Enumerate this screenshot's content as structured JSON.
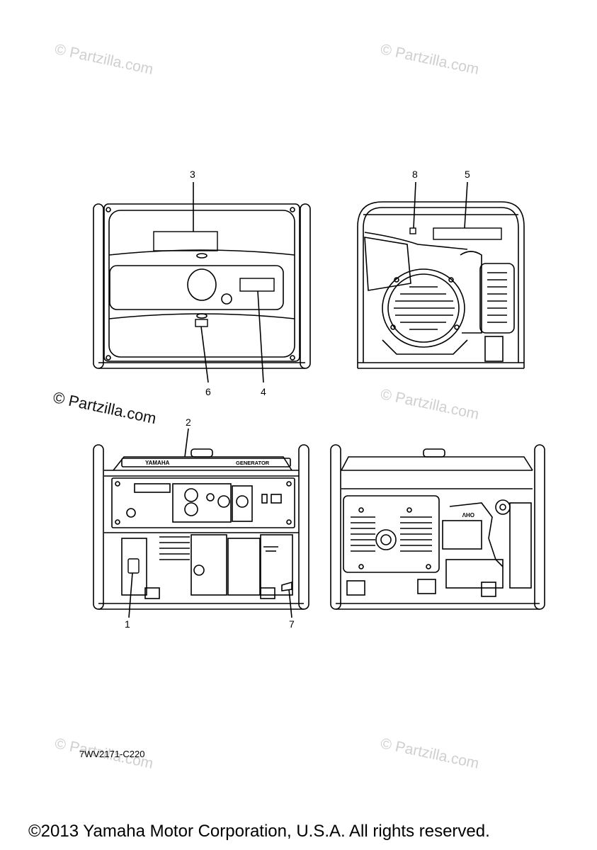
{
  "watermarks": [
    "© Partzilla.com",
    "© Partzilla.com",
    "© Partzilla.com",
    "© Partzilla.com",
    "© Partzilla.com",
    "© Partzilla.com"
  ],
  "watermark_main": "© Partzilla.com",
  "callouts": {
    "c1": "1",
    "c2": "2",
    "c3": "3",
    "c4": "4",
    "c5": "5",
    "c6": "6",
    "c7": "7",
    "c8": "8"
  },
  "panel_labels": {
    "brand": "YAMAHA",
    "model": "GENERATOR",
    "engine_mark": "OHV"
  },
  "part_code": "7WV2171-C220",
  "copyright": "©2013 Yamaha Motor Corporation, U.S.A. All rights reserved."
}
